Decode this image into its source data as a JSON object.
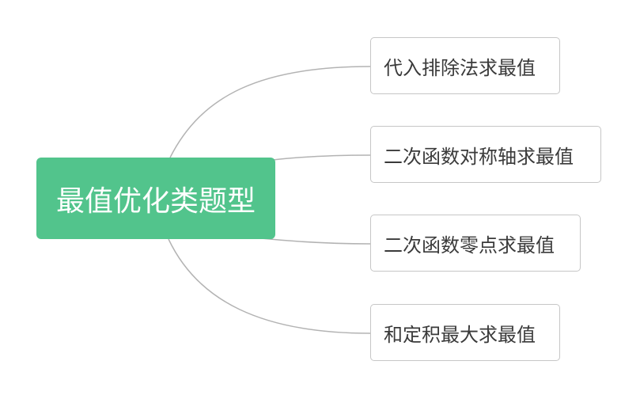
{
  "mindmap": {
    "root": {
      "label": "最值优化类题型",
      "color": "#52c48c"
    },
    "children": [
      {
        "label": "代入排除法求最值"
      },
      {
        "label": "二次函数对称轴求最值"
      },
      {
        "label": "二次函数零点求最值"
      },
      {
        "label": "和定积最大求最值"
      }
    ],
    "connector_color": "#b3b3b3"
  }
}
